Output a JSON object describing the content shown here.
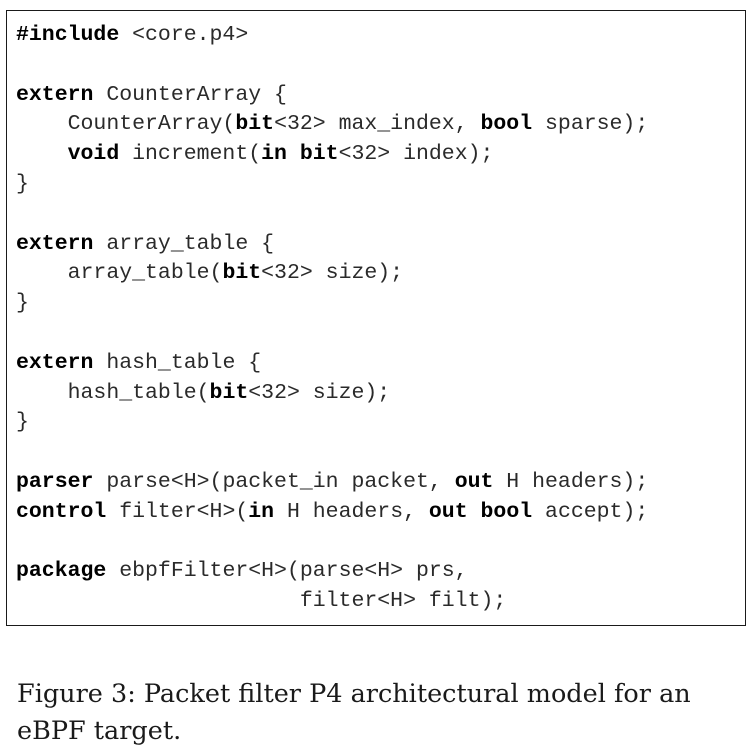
{
  "code_lines": [
    [
      {
        "t": "#include",
        "b": true
      },
      {
        "t": " <core.p4>",
        "b": false
      }
    ],
    [],
    [
      {
        "t": "extern",
        "b": true
      },
      {
        "t": " CounterArray {",
        "b": false
      }
    ],
    [
      {
        "t": "    CounterArray(",
        "b": false
      },
      {
        "t": "bit",
        "b": true
      },
      {
        "t": "<32> max_index, ",
        "b": false
      },
      {
        "t": "bool",
        "b": true
      },
      {
        "t": " sparse);",
        "b": false
      }
    ],
    [
      {
        "t": "    ",
        "b": false
      },
      {
        "t": "void",
        "b": true
      },
      {
        "t": " increment(",
        "b": false
      },
      {
        "t": "in",
        "b": true
      },
      {
        "t": " ",
        "b": false
      },
      {
        "t": "bit",
        "b": true
      },
      {
        "t": "<32> index);",
        "b": false
      }
    ],
    [
      {
        "t": "}",
        "b": false
      }
    ],
    [],
    [
      {
        "t": "extern",
        "b": true
      },
      {
        "t": " array_table {",
        "b": false
      }
    ],
    [
      {
        "t": "    array_table(",
        "b": false
      },
      {
        "t": "bit",
        "b": true
      },
      {
        "t": "<32> size);",
        "b": false
      }
    ],
    [
      {
        "t": "}",
        "b": false
      }
    ],
    [],
    [
      {
        "t": "extern",
        "b": true
      },
      {
        "t": " hash_table {",
        "b": false
      }
    ],
    [
      {
        "t": "    hash_table(",
        "b": false
      },
      {
        "t": "bit",
        "b": true
      },
      {
        "t": "<32> size);",
        "b": false
      }
    ],
    [
      {
        "t": "}",
        "b": false
      }
    ],
    [],
    [
      {
        "t": "parser",
        "b": true
      },
      {
        "t": " parse<H>(packet_in packet, ",
        "b": false
      },
      {
        "t": "out",
        "b": true
      },
      {
        "t": " H headers);",
        "b": false
      }
    ],
    [
      {
        "t": "control",
        "b": true
      },
      {
        "t": " filter<H>(",
        "b": false
      },
      {
        "t": "in",
        "b": true
      },
      {
        "t": " H headers, ",
        "b": false
      },
      {
        "t": "out",
        "b": true
      },
      {
        "t": " ",
        "b": false
      },
      {
        "t": "bool",
        "b": true
      },
      {
        "t": " accept);",
        "b": false
      }
    ],
    [],
    [
      {
        "t": "package",
        "b": true
      },
      {
        "t": " ebpfFilter<H>(parse<H> prs,",
        "b": false
      }
    ],
    [
      {
        "t": "                      filter<H> filt);",
        "b": false
      }
    ]
  ],
  "caption": {
    "text": "Figure 3: Packet filter P4 architectural model for an eBPF target."
  }
}
